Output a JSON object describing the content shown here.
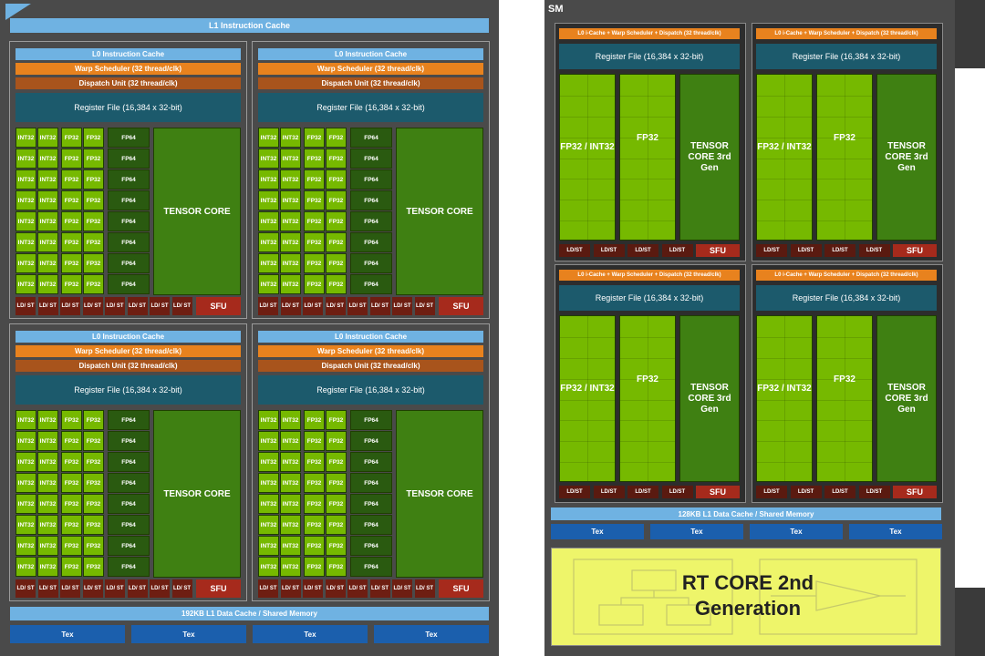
{
  "left": {
    "l1_cache": "L1 Instruction Cache",
    "partition": {
      "l0_cache": "L0 Instruction Cache",
      "warp_scheduler": "Warp Scheduler (32 thread/clk)",
      "dispatch_unit": "Dispatch Unit (32 thread/clk)",
      "register_file": "Register File (16,384 x 32-bit)",
      "int32": "INT32",
      "fp32": "FP32",
      "fp64": "FP64",
      "tensor_core": "TENSOR CORE",
      "ldst": "LD/ ST",
      "sfu": "SFU"
    },
    "shared_memory": "192KB L1 Data Cache / Shared Memory",
    "tex": [
      "Tex",
      "Tex",
      "Tex",
      "Tex"
    ]
  },
  "right": {
    "sm_label": "SM",
    "partition": {
      "header": "L0 i-Cache + Warp Scheduler + Dispatch (32 thread/clk)",
      "register_file": "Register File (16,384 x 32-bit)",
      "fp32_int32": "FP32 / INT32",
      "fp32": "FP32",
      "tensor_core": "TENSOR CORE 3rd Gen",
      "ldst": "LD/ST",
      "sfu": "SFU"
    },
    "shared_memory": "128KB L1 Data Cache / Shared Memory",
    "tex": [
      "Tex",
      "Tex",
      "Tex",
      "Tex"
    ],
    "rt_core": "RT CORE 2nd Generation"
  },
  "colors": {
    "green": "#76b900",
    "dark_green": "#3f8012",
    "orange": "#e8821e",
    "blue": "#6fb2e2",
    "tex_blue": "#1b5fad",
    "register": "#1c5a6c",
    "sfu_red": "#a62a1c",
    "rt_yellow": "#eef56a"
  }
}
